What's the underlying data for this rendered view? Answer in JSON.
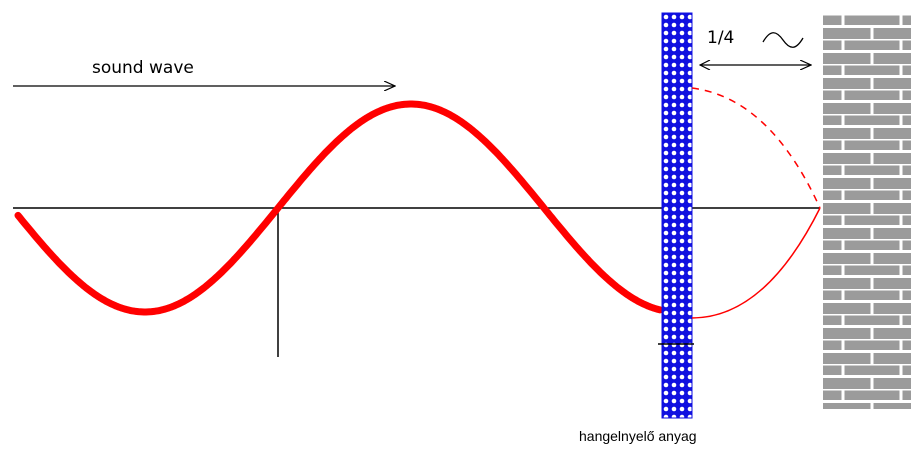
{
  "labels": {
    "sound_wave": "sound wave",
    "quarter": "1/4",
    "material": "hangelnyelő anyag"
  },
  "icons": [
    "wavelength-symbol-icon",
    "double-arrow-icon",
    "brick-wall-icon",
    "perforated-absorber-icon"
  ],
  "colors": {
    "wave": "#ff0000",
    "absorber": "#1010e0",
    "brick": "#9b9b9b",
    "mortar": "#ffffff",
    "line": "#000000"
  }
}
